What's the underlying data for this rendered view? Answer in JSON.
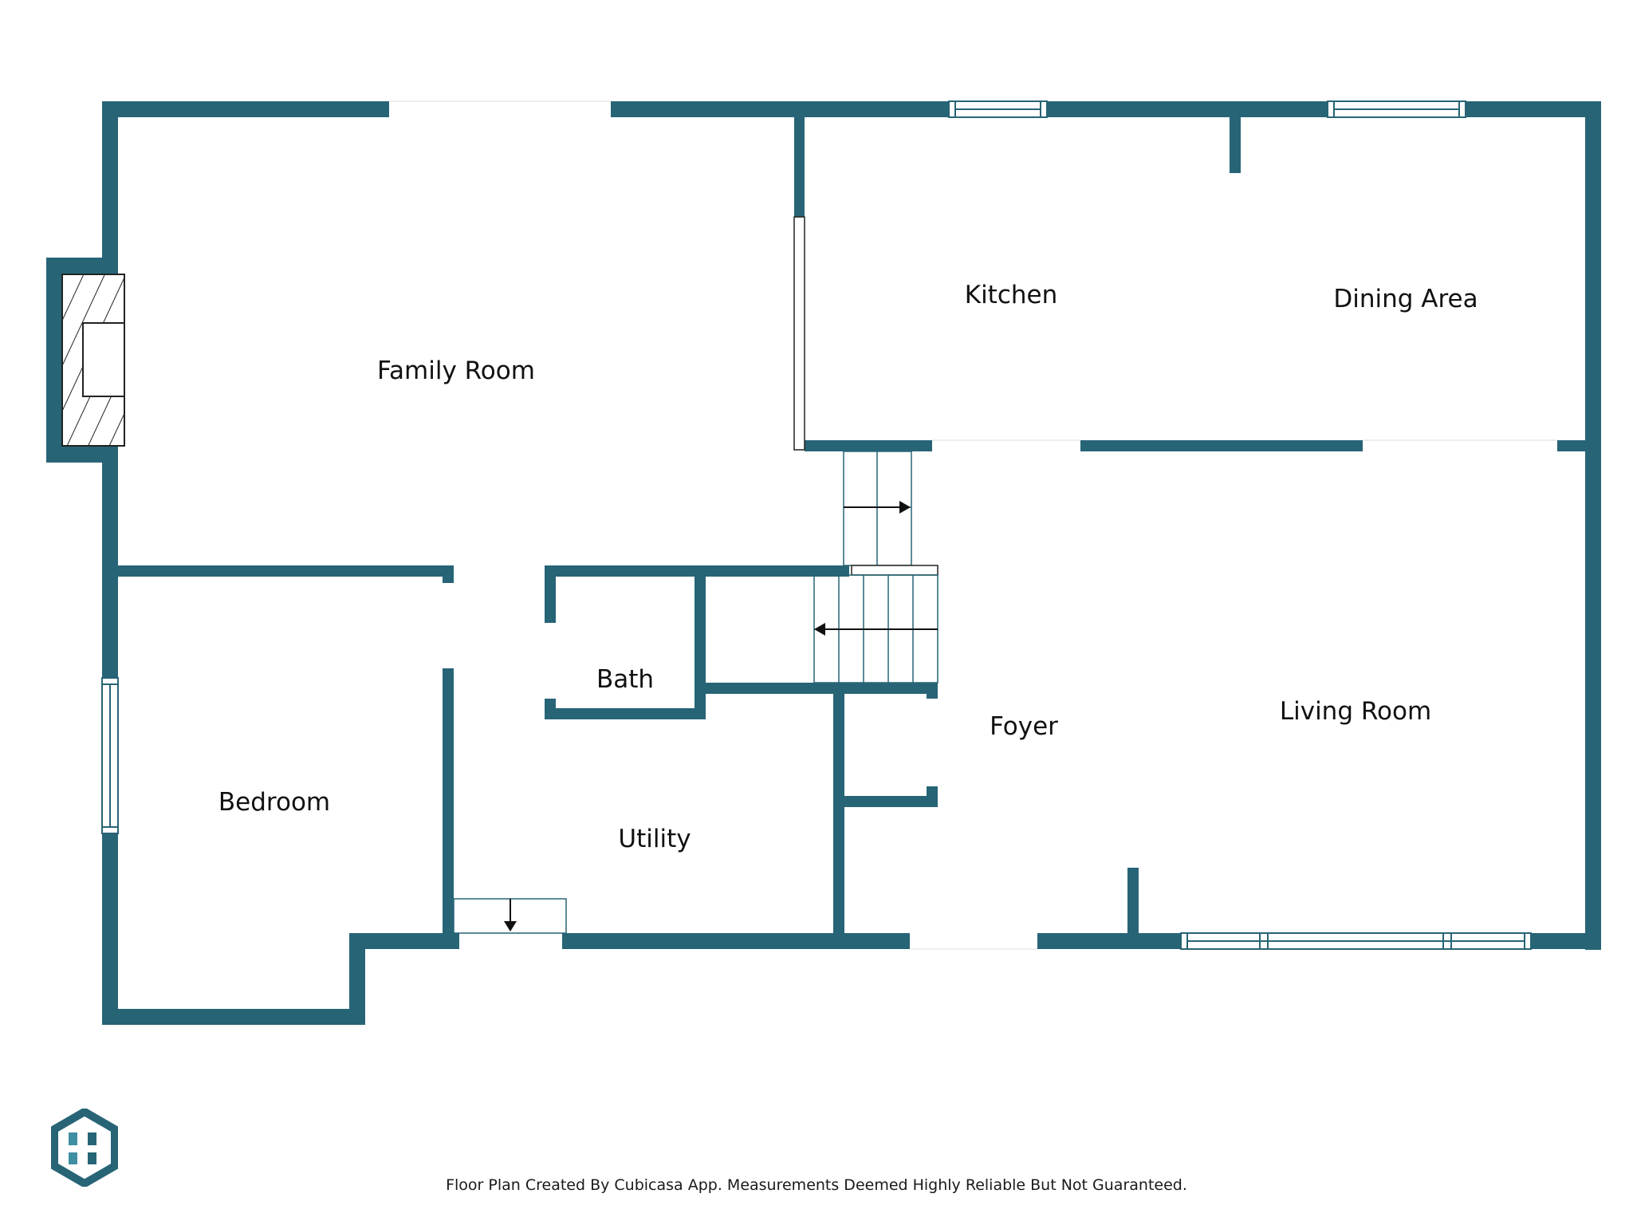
{
  "colors": {
    "wall": "#276476",
    "background": "#ffffff",
    "fixture_line": "#276476",
    "logo_dark": "#276476",
    "logo_light": "#3f8fa2"
  },
  "rooms": {
    "family_room": "Family Room",
    "kitchen": "Kitchen",
    "dining_area": "Dining Area",
    "bedroom": "Bedroom",
    "bath": "Bath",
    "utility": "Utility",
    "foyer": "Foyer",
    "living_room": "Living Room"
  },
  "footer": {
    "disclaimer": "Floor Plan Created By Cubicasa App. Measurements Deemed Highly Reliable But Not Guaranteed."
  },
  "logo": {
    "icon": "cubicasa-logo-icon"
  }
}
